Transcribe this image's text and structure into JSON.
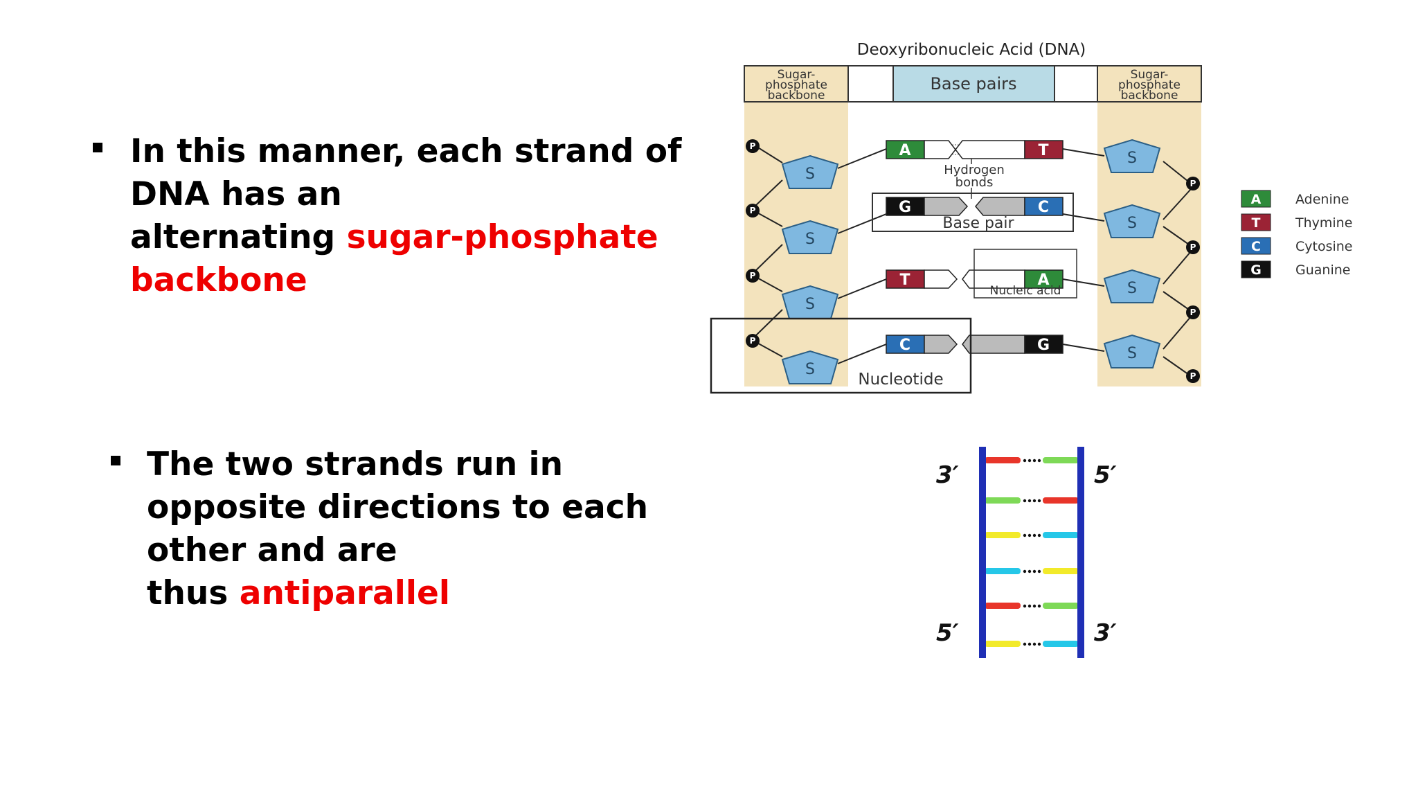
{
  "slide": {
    "bullet1": {
      "line1": "In this manner, each strand of",
      "line2": "DNA has an",
      "line3_prefix": "alternating ",
      "line3_highlight": "sugar-phosphate",
      "line4_highlight": "backbone"
    },
    "bullet2": {
      "line1": "The two strands  run in",
      "line2": "opposite directions to each",
      "line3": "other and are",
      "line4_prefix": "thus ",
      "line4_highlight": "antiparallel"
    },
    "highlight_color": "#ee0000"
  },
  "dna_diagram": {
    "title": "Deoxyribonucleic Acid (DNA)",
    "header_left": [
      "Sugar-",
      "phosphate",
      "backbone"
    ],
    "header_center": "Base pairs",
    "header_right": [
      "Sugar-",
      "phosphate",
      "backbone"
    ],
    "sugar_label": "S",
    "phosphate_label": "P",
    "pairs": [
      {
        "left": "A",
        "right": "T"
      },
      {
        "left": "G",
        "right": "C"
      },
      {
        "left": "T",
        "right": "A"
      },
      {
        "left": "C",
        "right": "G"
      }
    ],
    "hydrogen_label_1": "Hydrogen",
    "hydrogen_label_2": "bonds",
    "base_pair_label": "Base pair",
    "nucleic_acid_label": "Nucleic acid",
    "nucleotide_label": "Nucleotide",
    "legend": [
      {
        "letter": "A",
        "name": "Adenine",
        "color": "#2e8b3a"
      },
      {
        "letter": "T",
        "name": "Thymine",
        "color": "#9b2335"
      },
      {
        "letter": "C",
        "name": "Cytosine",
        "color": "#2a6fb5"
      },
      {
        "letter": "G",
        "name": "Guanine",
        "color": "#111111"
      }
    ],
    "colors": {
      "backbone": "#f3e3bd",
      "header": "#b9dbe6"
    }
  },
  "ladder": {
    "top_left": "3′",
    "top_right": "5′",
    "bottom_left": "5′",
    "bottom_right": "3′",
    "strand_color": "#1f2fb5"
  }
}
